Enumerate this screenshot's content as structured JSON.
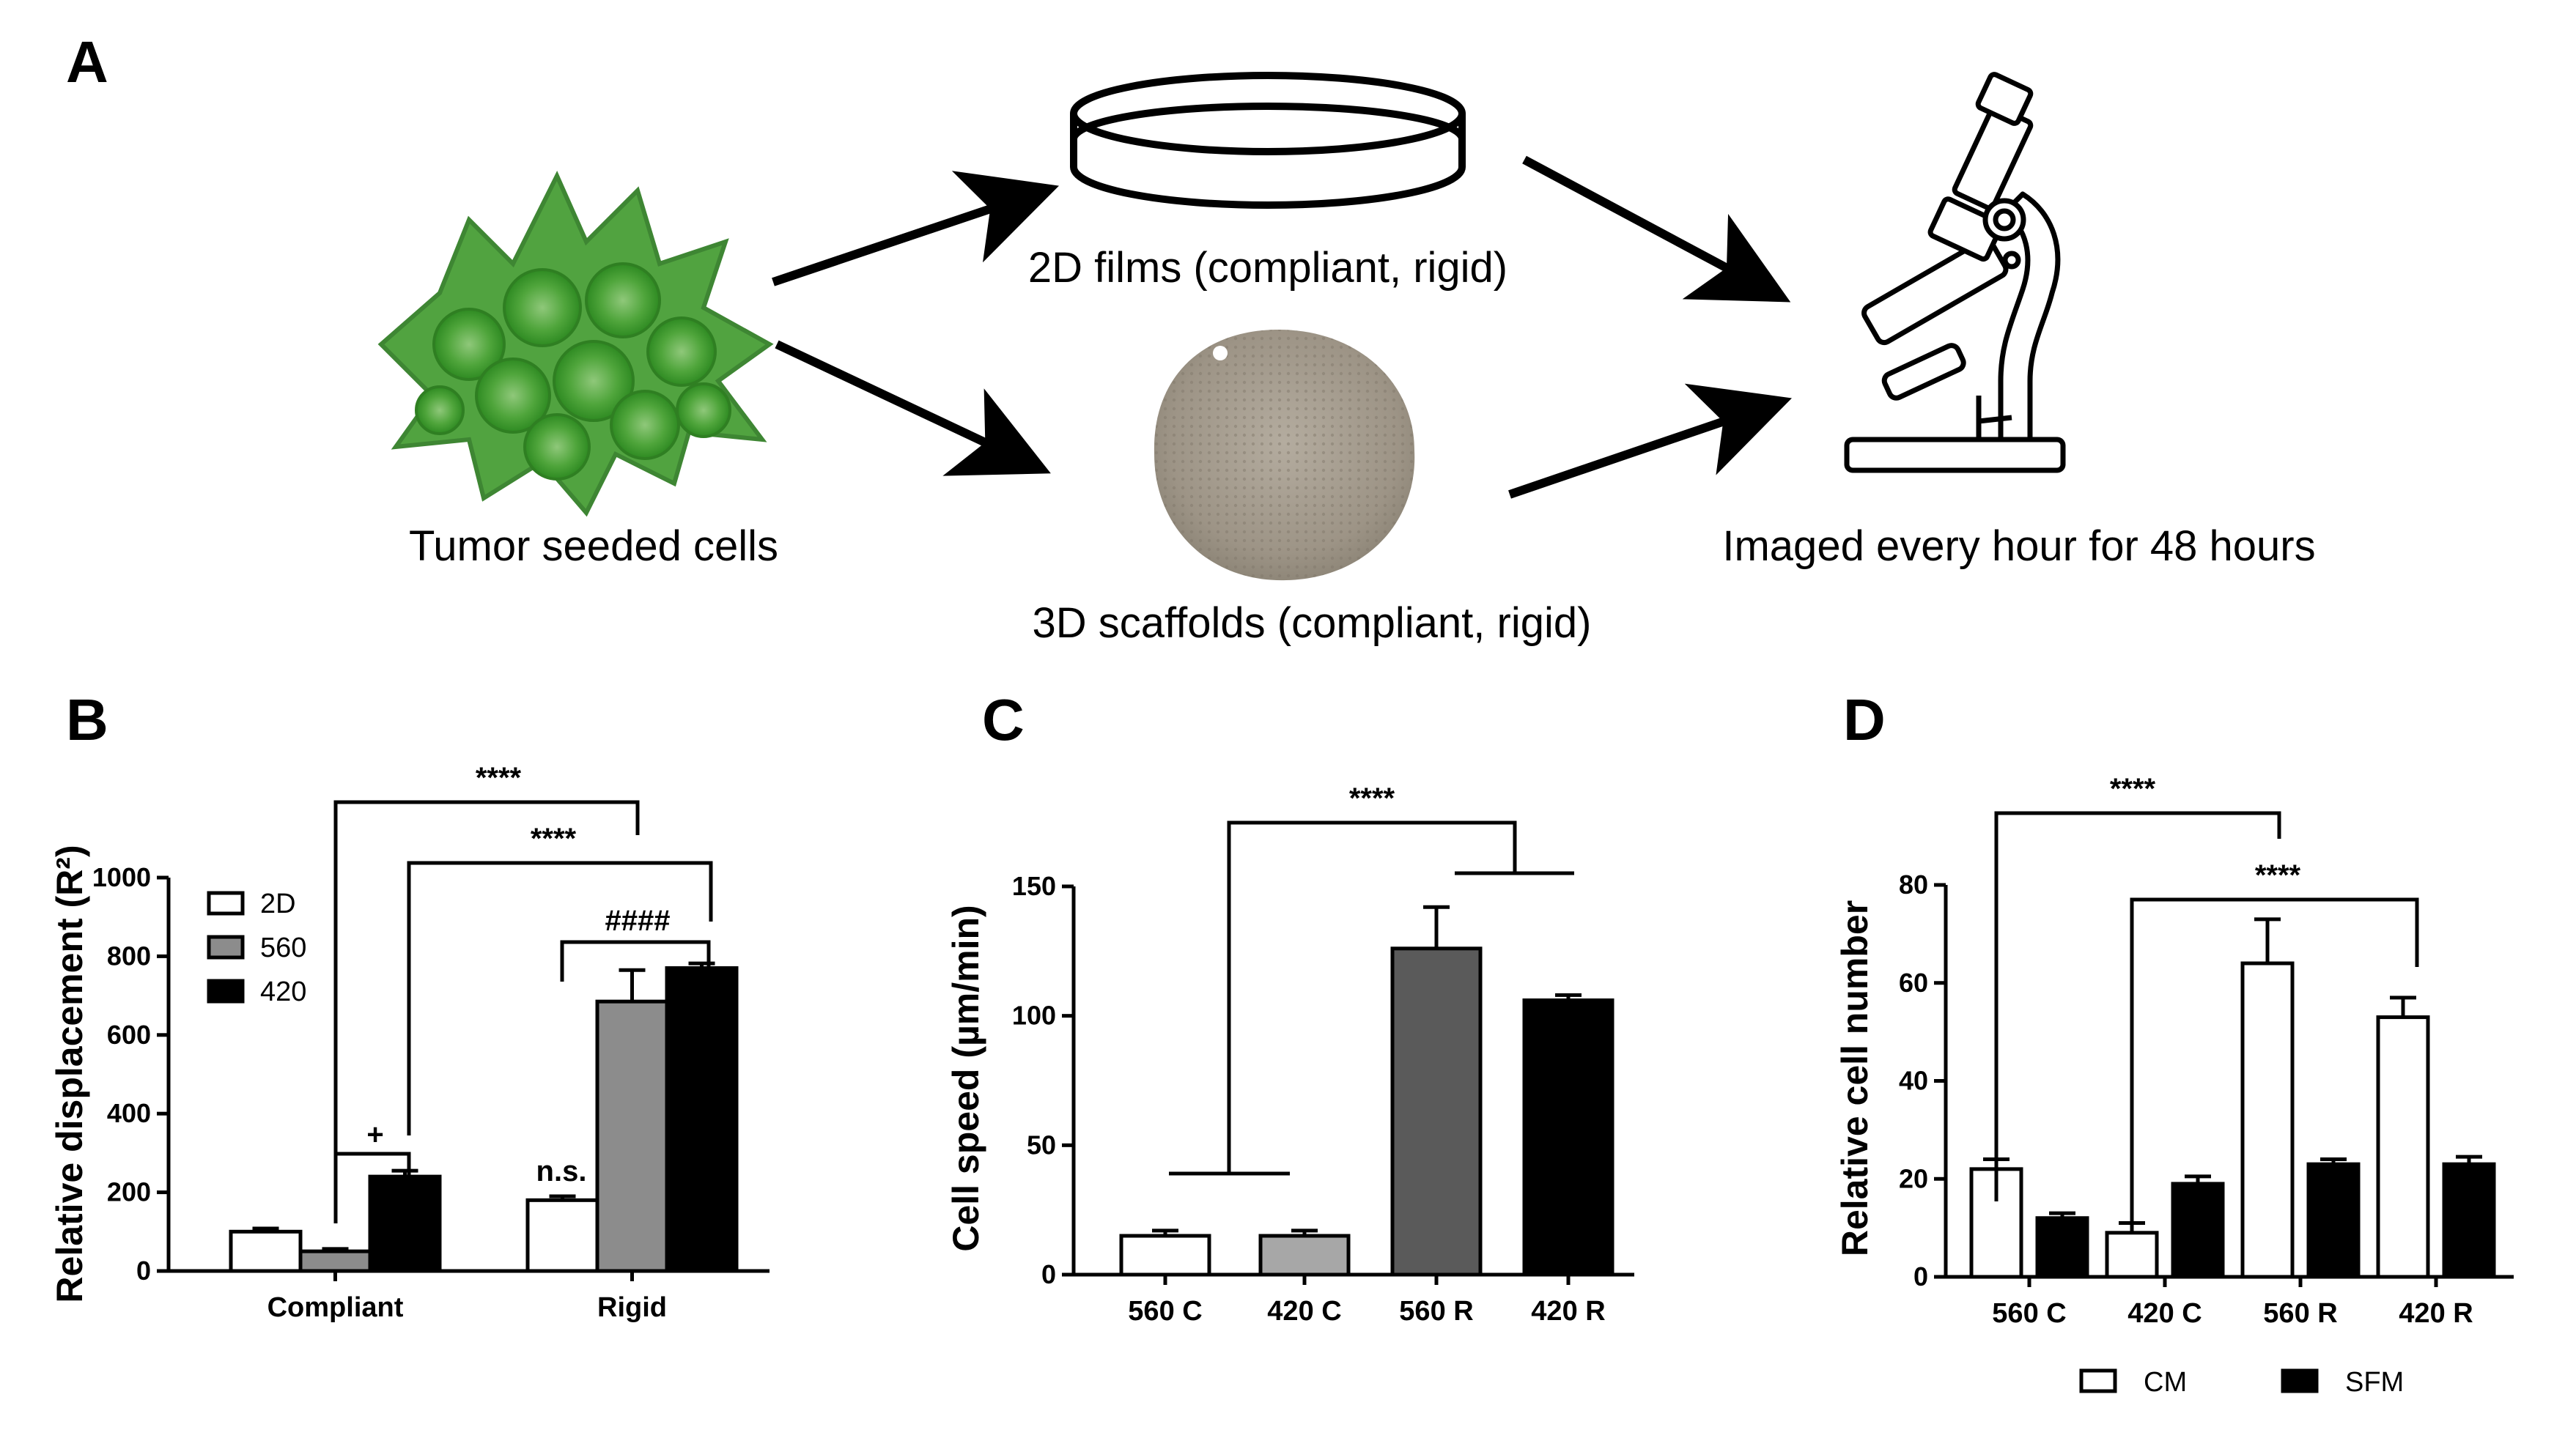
{
  "panels": {
    "a": "A",
    "b": "B",
    "c": "C",
    "d": "D"
  },
  "schematic": {
    "left_caption": "Tumor seeded cells",
    "top_caption": "2D films (compliant, rigid)",
    "bottom_caption": "3D scaffolds (compliant, rigid)",
    "right_caption": "Imaged every hour for 48 hours",
    "cells_color": "#3f9a2c",
    "scaffold_color": "#a39a8c"
  },
  "chart_data": [
    {
      "type": "bar",
      "panel": "B",
      "ylabel": "Relative displacement (R²)",
      "ylim": [
        0,
        1000
      ],
      "yticks": [
        "0",
        "200",
        "400",
        "600",
        "800",
        "1000"
      ],
      "categories": [
        "Compliant",
        "Rigid"
      ],
      "legend_position": "top-left",
      "series": [
        {
          "name": "2D",
          "color": "#ffffff",
          "values": [
            100,
            180
          ],
          "errors": [
            8,
            10
          ]
        },
        {
          "name": "560",
          "color": "#8c8c8c",
          "values": [
            50,
            685
          ],
          "errors": [
            6,
            80
          ]
        },
        {
          "name": "420",
          "color": "#000000",
          "values": [
            240,
            770
          ],
          "errors": [
            15,
            12
          ]
        }
      ],
      "annotations": [
        "****",
        "****",
        "####",
        "+",
        "n.s."
      ]
    },
    {
      "type": "bar",
      "panel": "C",
      "ylabel": "Cell speed (µm/min)",
      "ylim": [
        0,
        150
      ],
      "yticks": [
        "0",
        "50",
        "100",
        "150"
      ],
      "categories": [
        "560 C",
        "420 C",
        "560 R",
        "420 R"
      ],
      "values": [
        15,
        15,
        126,
        106
      ],
      "errors": [
        2,
        2,
        16,
        2
      ],
      "colors": [
        "#ffffff",
        "#a7a7a7",
        "#5a5a5a",
        "#000000"
      ],
      "annotations": [
        "****"
      ]
    },
    {
      "type": "bar",
      "panel": "D",
      "ylabel": "Relative cell number",
      "ylim": [
        0,
        80
      ],
      "yticks": [
        "0",
        "20",
        "40",
        "60",
        "80"
      ],
      "categories": [
        "560 C",
        "420 C",
        "560 R",
        "420 R"
      ],
      "legend_position": "bottom",
      "series": [
        {
          "name": "CM",
          "color": "#ffffff",
          "values": [
            22,
            9,
            64,
            53
          ],
          "errors": [
            2,
            2,
            9,
            4
          ]
        },
        {
          "name": "SFM",
          "color": "#000000",
          "values": [
            12,
            19,
            23,
            23
          ],
          "errors": [
            1,
            1.5,
            1,
            1.5
          ]
        }
      ],
      "annotations": [
        "****",
        "****"
      ]
    }
  ]
}
